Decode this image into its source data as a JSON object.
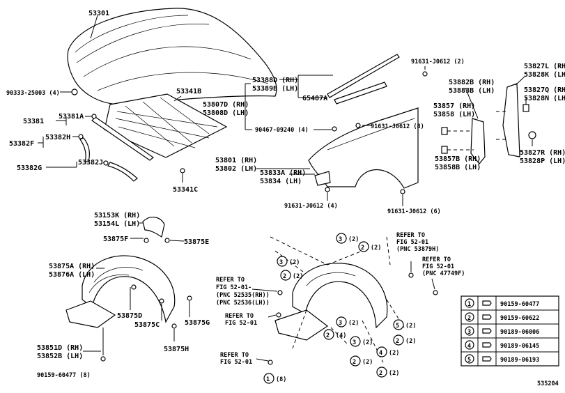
{
  "diagram_id": "535204",
  "parts": {
    "hood": "53301",
    "hood_insulator": "53341B",
    "clip_53341c": "53341C",
    "hood_bumper_screw": "90333-25003 (4)",
    "seal_group": "53381",
    "seal_53381a": "53381A",
    "seal_53382f": "53382F",
    "seal_53382h": "53382H",
    "seal_53382g": "53382G",
    "seal_53382j": "53382J",
    "seal_rh_1": "53388D (RH)",
    "seal_lh_1": "53389B (LH)",
    "protector_65487a": "65487A",
    "bracket_rh": "53807D (RH)",
    "bracket_lh": "53808D (LH)",
    "clip_90467": "90467-09240 (4)",
    "screw_top": "91631-J0612 (2)",
    "screw_mid": "91631-J0612 (8)",
    "screw_bottom": "91631-J0612 (4)",
    "screw_fender_rear": "91631-J0612 (6)",
    "fender_rh": "53801 (RH)",
    "fender_lh": "53802 (LH)",
    "seal_53833a": "53833A (RH)",
    "seal_53834": "53834 (LH)",
    "sbr_rh": "53882B (RH)",
    "sbr_lh": "53883B (LH)",
    "s57b_rh": "53857 (RH)",
    "s58_lh": "53858 (LH)",
    "s57b2_rh": "53857B (RH)",
    "s58b_lh": "53858B (LH)",
    "sl_rh": "53827L (RH)",
    "sk_lh": "53828K (LH)",
    "sq_rh": "53827Q (RH)",
    "sn_lh": "53828N (LH)",
    "sr_rh": "53827R (RH)",
    "sp_lh": "53828P (LH)",
    "shield_rh": "53153K (RH)",
    "shield_lh": "53154L (LH)",
    "clip_53875f": "53875F",
    "clip_53875e": "53875E",
    "liner_rh": "53875A (RH)",
    "liner_lh": "53876A (LH)",
    "clip_53875d": "53875D",
    "clip_53875c": "53875C",
    "clip_53875g": "53875G",
    "clip_53875h": "53875H",
    "splash_rh": "53851D (RH)",
    "splash_lh": "53852B (LH)",
    "screw_60477": "90159-60477 (8)"
  },
  "refs": {
    "refer_to": "REFER TO",
    "fig": "FIG 52-01",
    "fig_dash": "FIG 52-01-",
    "pnc_53879h": "(PNC 53879H)",
    "pnc_47749f": "(PNC 47749F)",
    "pnc_52535": "(PNC 52535(RH))",
    "pnc_52536": "(PNC 52536(LH))"
  },
  "callouts": {
    "c3a_count": "(2)",
    "c2a_count": "(2)",
    "c3b_count": "(2)",
    "c2b_count": "(2)",
    "c2c_count": "(4)",
    "c3c_count": "(2)",
    "c5_count": "(2)",
    "c2d_count": "(2)",
    "c4_count": "(2)",
    "c2e_count": "(2)",
    "c2f_count": "(2)",
    "c1_count": "(8)"
  },
  "legend": [
    {
      "num": "1",
      "part": "90159-60477"
    },
    {
      "num": "2",
      "part": "90159-60622"
    },
    {
      "num": "3",
      "part": "90189-06006"
    },
    {
      "num": "4",
      "part": "90189-06145"
    },
    {
      "num": "5",
      "part": "90189-06193"
    }
  ]
}
